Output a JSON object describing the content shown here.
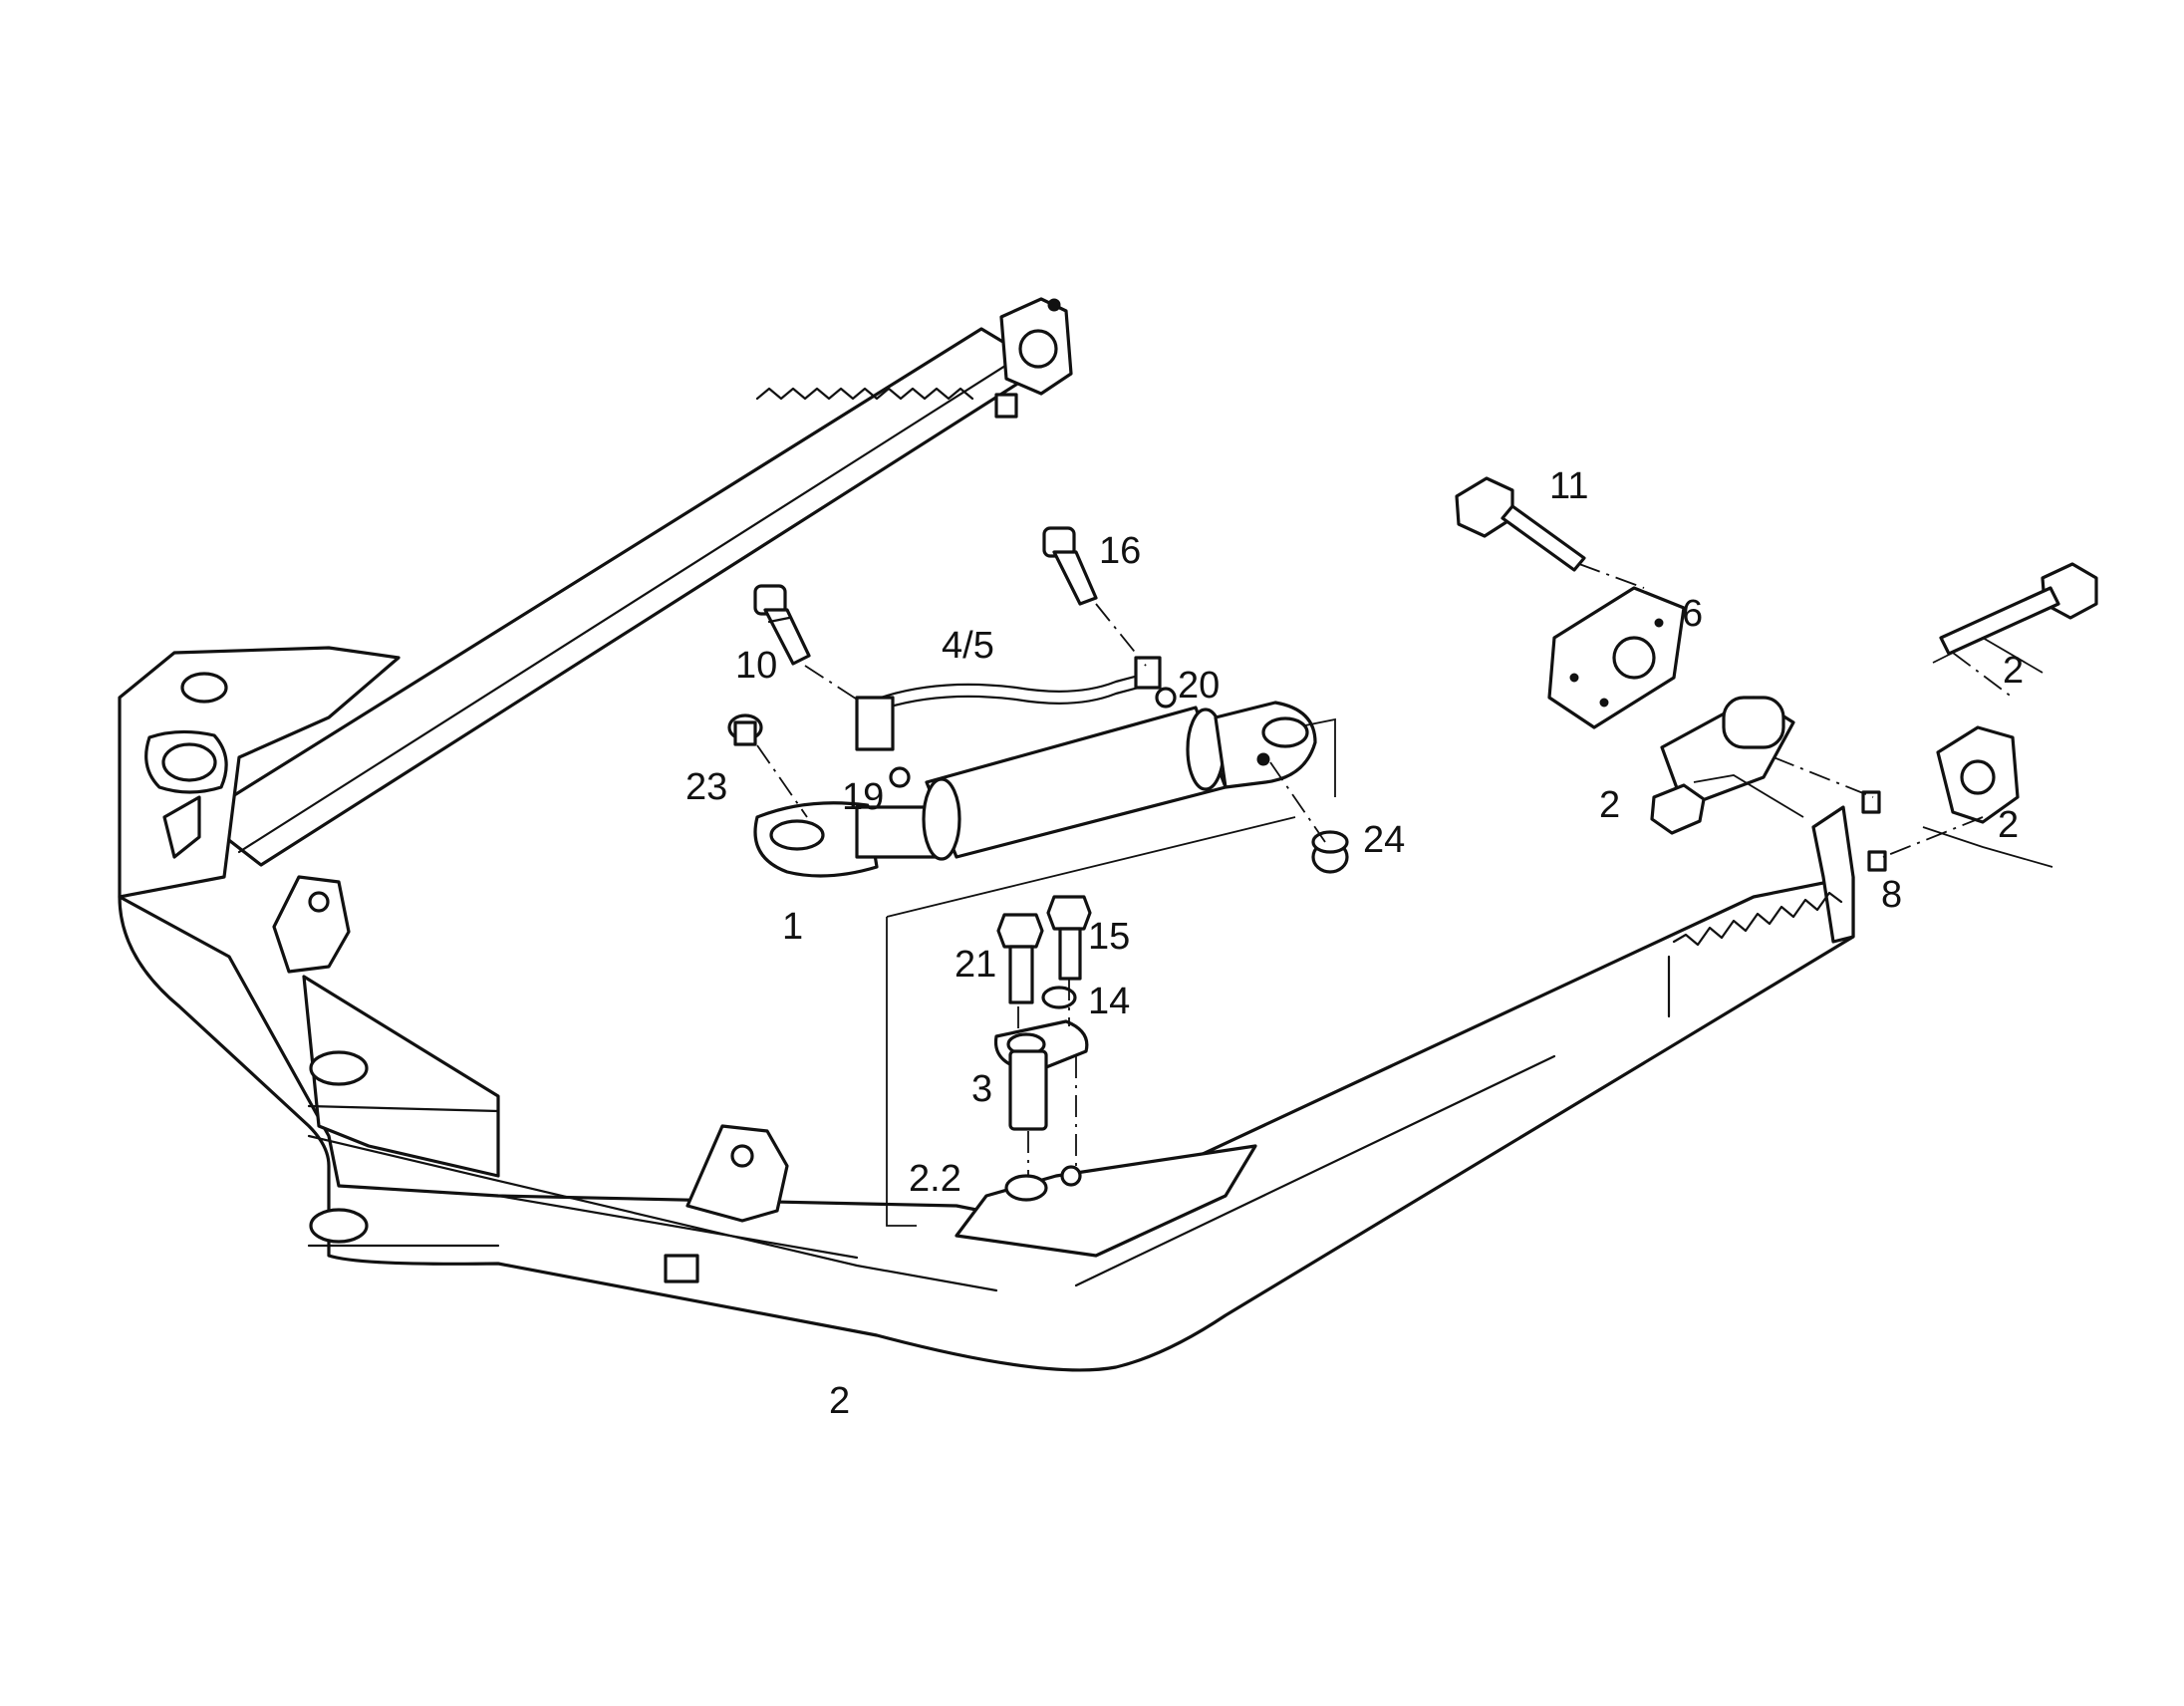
{
  "callouts": {
    "c1": "1",
    "c2_frame": "2",
    "c2_bolt": "2",
    "c2_nut": "2",
    "c2_clamp": "2",
    "c2_2": "2.2",
    "c3": "3",
    "c4_5": "4/5",
    "c6": "6",
    "c8": "8",
    "c10": "10",
    "c11": "11",
    "c14": "14",
    "c15": "15",
    "c16": "16",
    "c19": "19",
    "c20": "20",
    "c21": "21",
    "c23": "23",
    "c24": "24"
  },
  "colors": {
    "line": "#111111",
    "background": "#ffffff"
  }
}
